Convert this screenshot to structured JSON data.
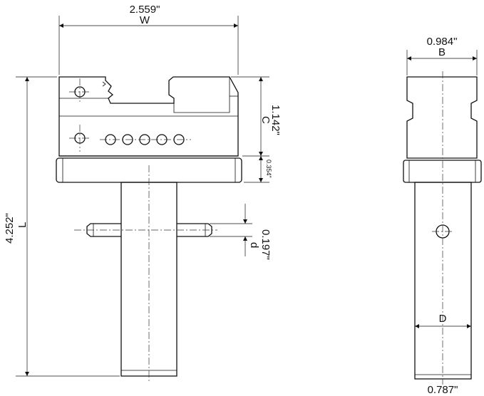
{
  "front_view": {
    "width": {
      "value": "2.559\"",
      "letter": "W"
    },
    "height_c": {
      "value": "1.142\"",
      "letter": "C"
    },
    "flange": {
      "value": "0.354\""
    },
    "length": {
      "value": "4.252\"",
      "letter": "L"
    },
    "pin": {
      "value": "0.197\"",
      "letter": "d"
    }
  },
  "side_view": {
    "width_b": {
      "value": "0.984\"",
      "letter": "B"
    },
    "shank_d": {
      "value": "0.787\"",
      "letter": "D"
    }
  },
  "style": {
    "line_color": "#111111"
  }
}
